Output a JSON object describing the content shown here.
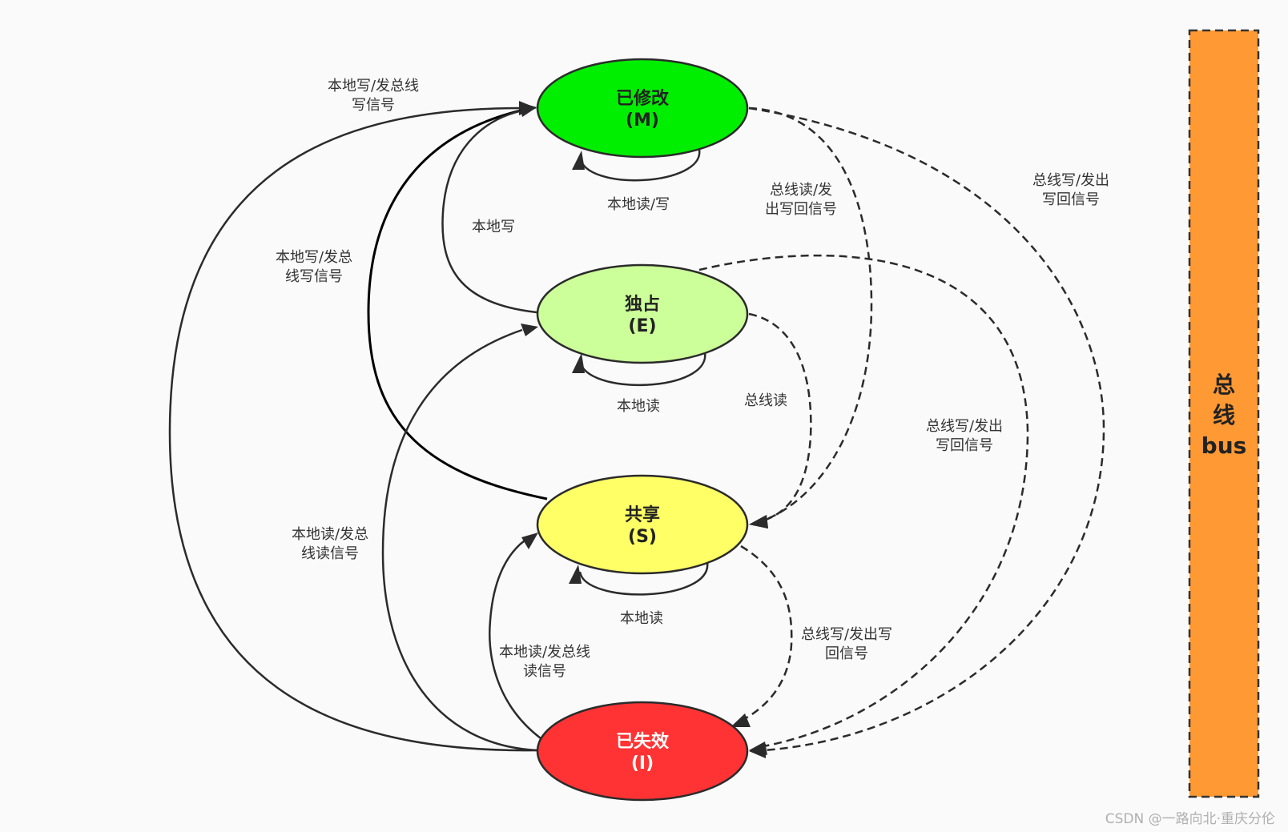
{
  "states": {
    "modified": {
      "name": "已修改",
      "code": "(M)",
      "color": "#00ee00"
    },
    "exclusive": {
      "name": "独占",
      "code": "(E)",
      "color": "#ccff99"
    },
    "shared": {
      "name": "共享",
      "code": "(S)",
      "color": "#ffff66"
    },
    "invalid": {
      "name": "已失效",
      "code": "(I)",
      "color": "#ff3333"
    }
  },
  "edges": {
    "i_to_m": [
      "本地写/发总线",
      "写信号"
    ],
    "s_to_m": [
      "本地写/发总",
      "线写信号"
    ],
    "e_to_m": [
      "本地写"
    ],
    "m_self": [
      "本地读/写"
    ],
    "m_to_s": [
      "总线读/发",
      "出写回信号"
    ],
    "m_to_i": [
      "总线写/发出",
      "写回信号"
    ],
    "e_self": [
      "本地读"
    ],
    "e_to_s": [
      "总线读"
    ],
    "e_to_i": [
      "总线写/发出",
      "写回信号"
    ],
    "i_to_e": [
      "本地读/发总",
      "线读信号"
    ],
    "s_self": [
      "本地读"
    ],
    "i_to_s": [
      "本地读/发总线",
      "读信号"
    ],
    "s_to_i": [
      "总线写/发出写",
      "回信号"
    ]
  },
  "bus": {
    "lines": [
      "总",
      "线",
      "bus"
    ],
    "color": "#ff9933"
  },
  "watermark": "CSDN @一路向北·重庆分伦"
}
